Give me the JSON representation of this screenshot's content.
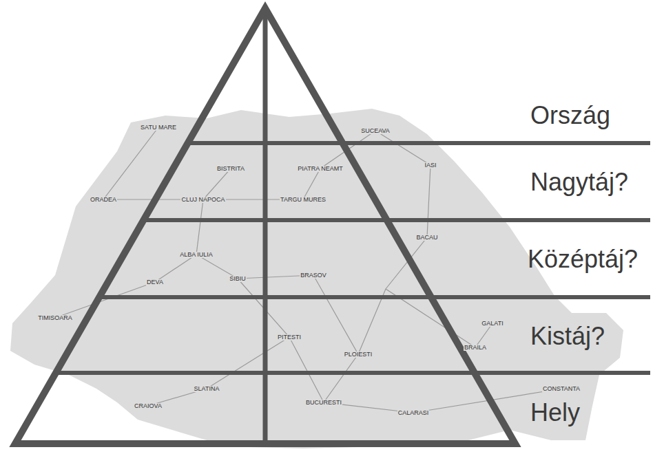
{
  "diagram": {
    "labels": [
      "Ország",
      "Nagytáj?",
      "Középtáj?",
      "Kistáj?",
      "Hely",
      "SATU MARE",
      "SUCEAVA",
      "ORADEA",
      "CLUJ NAPOCA",
      "BISTRITA",
      "TARGU MURES",
      "PIATRA NEAMT",
      "IASI",
      "BACAU",
      "ALBA IULIA",
      "SIBIU",
      "BRASOV",
      "DEVA",
      "TIMISOARA",
      "PITESTI",
      "PLOIESTI",
      "GALATI",
      "BRAILA",
      "CRAIOVA",
      "SLATINA",
      "BUCURESTI",
      "CALARASI",
      "CONSTANTA"
    ]
  }
}
